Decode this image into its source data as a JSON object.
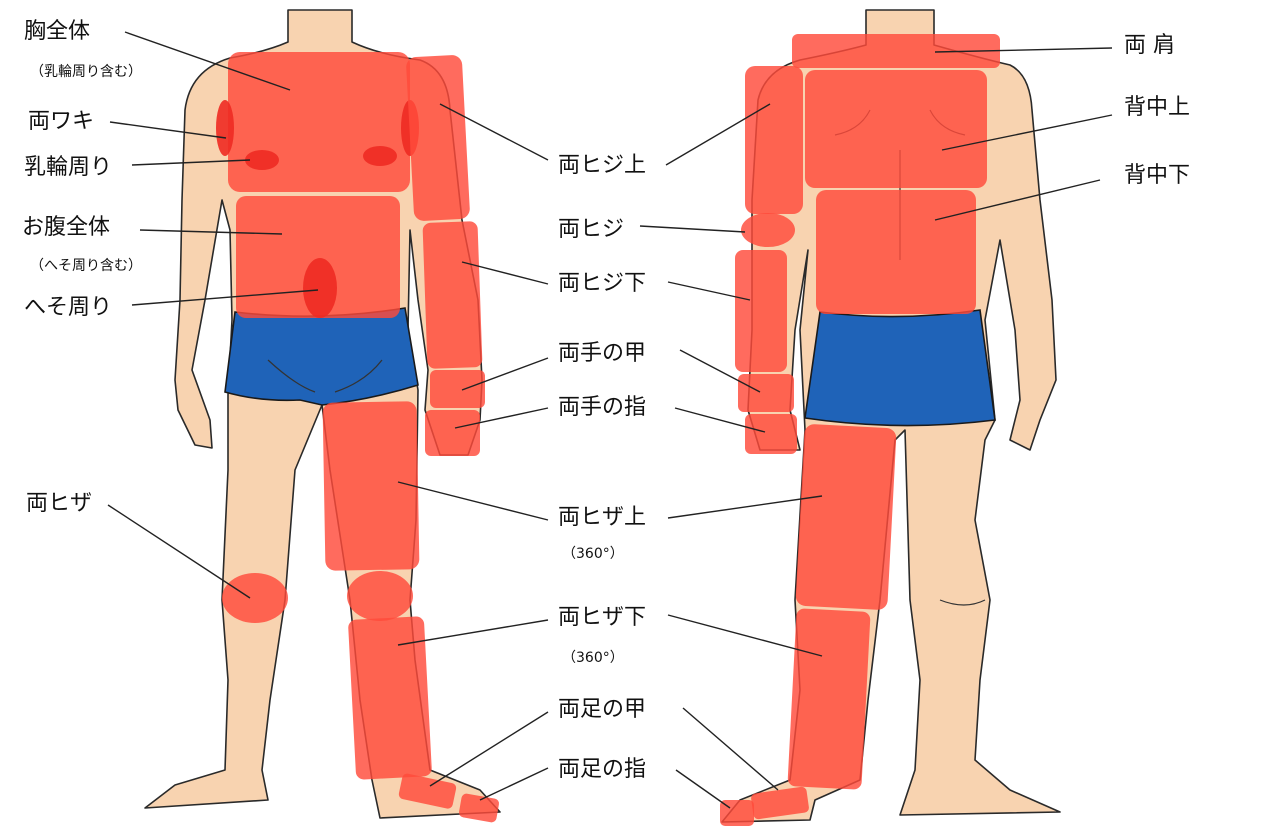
{
  "front_labels": {
    "chest": "胸全体",
    "chest_note": "（乳輪周り含む）",
    "armpits": "両ワキ",
    "areola": "乳輪周り",
    "belly": "お腹全体",
    "belly_note": "（へそ周り含む）",
    "navel": "へそ周り",
    "knees": "両ヒザ"
  },
  "center_labels": {
    "upper_arm": "両ヒジ上",
    "elbow": "両ヒジ",
    "forearm": "両ヒジ下",
    "back_of_hand": "両手の甲",
    "fingers": "両手の指",
    "thigh": "両ヒザ上",
    "thigh_note": "（360°）",
    "lower_leg": "両ヒザ下",
    "lower_leg_note": "（360°）",
    "instep": "両足の甲",
    "toes": "両足の指"
  },
  "back_labels": {
    "shoulders": "両 肩",
    "upper_back": "背中上",
    "lower_back": "背中下"
  },
  "colors": {
    "zone": "#ff4a3a",
    "skin": "#f8d3b0",
    "shorts": "#1f63b8"
  }
}
